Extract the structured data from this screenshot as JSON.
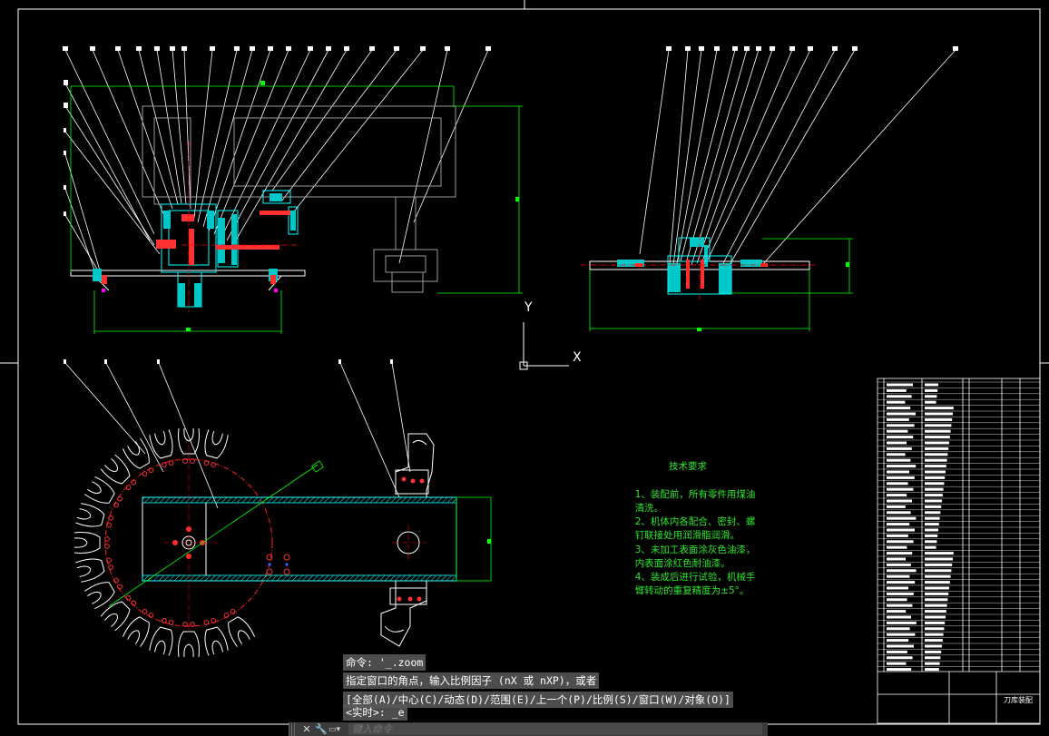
{
  "drawing": {
    "tech_requirements": {
      "title": "技术要求",
      "items": [
        "1、装配前，所有零件用煤油",
        "清洗。",
        "2、机体内各配合、密封、螺",
        "钉联接处用润滑脂润滑。",
        "3、未加工表面涂灰色油漆，",
        "内表面涂红色耐油漆。",
        "4、装成后进行试验，机械手",
        "臂转动的重复精度为±5°。"
      ]
    },
    "ucs": {
      "x_label": "X",
      "y_label": "Y"
    },
    "title_block": {
      "name": "刀库装配"
    }
  },
  "command": {
    "history": [
      "命令: '_.zoom",
      "指定窗口的角点，输入比例因子 (nX 或 nXP)，或者",
      "[全部(A)/中心(C)/动态(D)/范围(E)/上一个(P)/比例(S)/窗口(W)/对象(O)]",
      "<实时>: _e"
    ],
    "input_placeholder": "键入命令"
  },
  "colors": {
    "background": "#000000",
    "green": "#00ff00",
    "cyan": "#00ffff",
    "red": "#ff2020",
    "white": "#ffffff",
    "magenta": "#ff00ff"
  }
}
